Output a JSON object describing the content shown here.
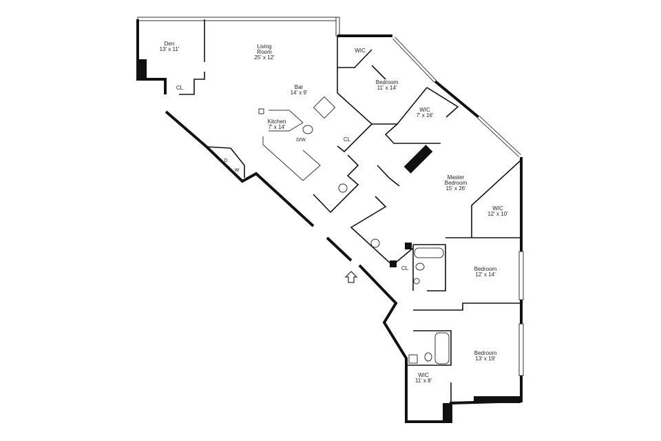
{
  "rooms": {
    "den": {
      "name": "Den",
      "size": "13' x 11'"
    },
    "living": {
      "name1": "Living",
      "name2": "Room",
      "size": "25' x 12'"
    },
    "bar": {
      "name": "Bar",
      "size": "14' x 9'"
    },
    "kitchen": {
      "name": "Kitchen",
      "size": "7' x 14'"
    },
    "wic1": {
      "name": "WIC"
    },
    "bedroom1": {
      "name": "Bedroom",
      "size": "11' x 14'"
    },
    "wic2": {
      "name": "WIC",
      "size": "7' x 16'"
    },
    "master": {
      "name1": "Master",
      "name2": "Bedroom",
      "size": "15' x 26'"
    },
    "wic3": {
      "name": "WIC",
      "size": "12' x 10'"
    },
    "bedroom2": {
      "name": "Bedroom",
      "size": "12' x 14'"
    },
    "bedroom3": {
      "name": "Bedroom",
      "size": "13' x 19'"
    },
    "wic4": {
      "name": "WIC",
      "size": "11' x 8'"
    },
    "closets": [
      "CL",
      "CL",
      "CL"
    ],
    "appliances": {
      "dryer": "D",
      "washer": "W",
      "dishwasher": "D/W"
    }
  },
  "icons": {
    "entry": "entry-arrow-icon"
  }
}
